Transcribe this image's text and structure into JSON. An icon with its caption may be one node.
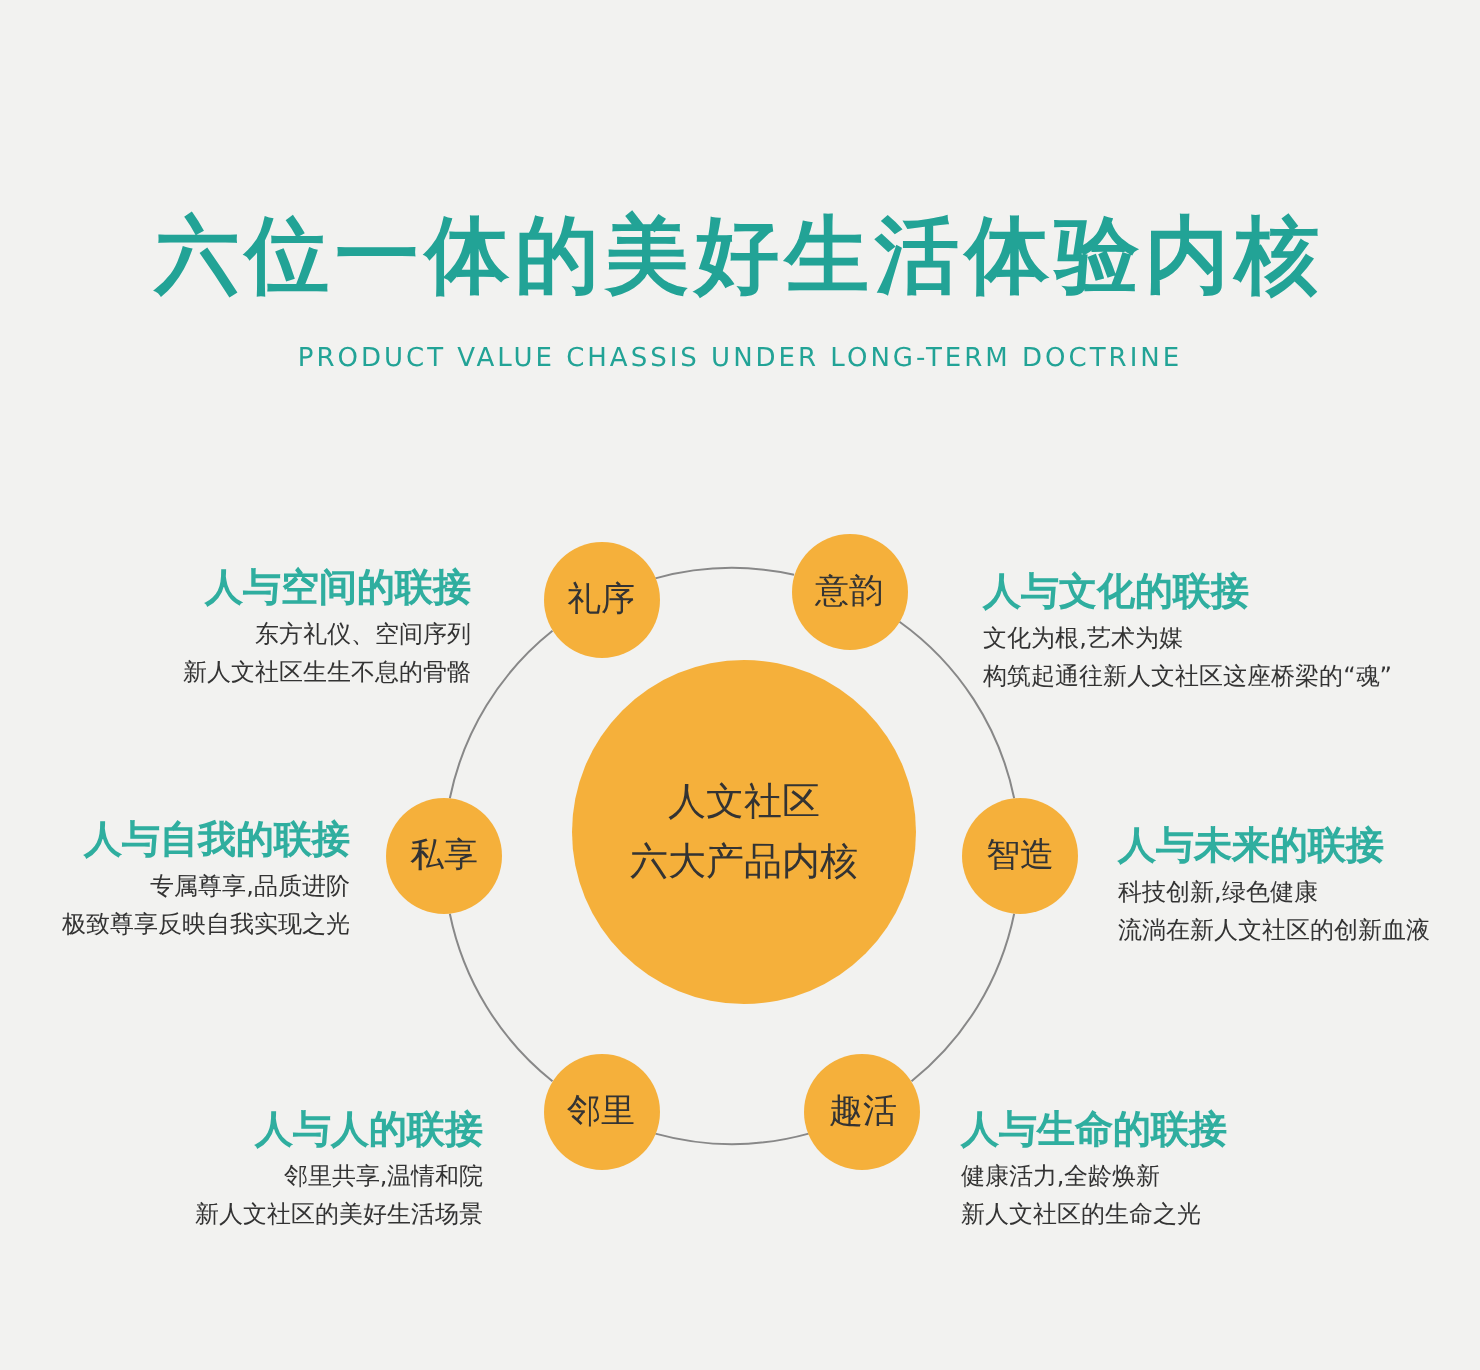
{
  "diagram": {
    "title": "六位一体的美好生活体验内核",
    "nodes": [
      {
        "text": [
          "礼序"
        ],
        "beside": [
          "人与空间的联接",
          "东方礼仪、空间序列",
          "新人文社区生生不息的骨骼"
        ]
      },
      {
        "text": [
          "意韵"
        ],
        "beside": [
          "人与文化的联接",
          "文化为根,艺术为媒",
          "构筑起通往新人文社区这座桥梁的“魂”"
        ]
      },
      {
        "text": [
          "私享"
        ],
        "beside": [
          "人与自我的联接",
          "专属尊享,品质进阶",
          "极致尊享反映自我实现之光"
        ]
      },
      {
        "text": [
          "人文社区",
          "六大产品内核"
        ]
      },
      {
        "text": [
          "智造"
        ],
        "beside": [
          "人与未来的联接",
          "科技创新,绿色健康",
          "流淌在新人文社区的创新血液"
        ]
      },
      {
        "text": [
          "邻里"
        ],
        "beside": [
          "人与人的联接",
          "邻里共享,温情和院",
          "新人文社区的美好生活场景"
        ]
      },
      {
        "text": [
          "趣活"
        ],
        "beside": [
          "人与生命的联接",
          "健康活力,全龄焕新",
          "新人文社区的生命之光"
        ]
      }
    ],
    "edges": [
      {
        "from": 0,
        "to": 1,
        "arrow": "none"
      },
      {
        "from": 1,
        "to": 4,
        "arrow": "none"
      },
      {
        "from": 4,
        "to": 6,
        "arrow": "none"
      },
      {
        "from": 6,
        "to": 5,
        "arrow": "none"
      },
      {
        "from": 5,
        "to": 2,
        "arrow": "none"
      },
      {
        "from": 2,
        "to": 0,
        "arrow": "none"
      }
    ],
    "labels": [
      "PRODUCT VALUE CHASSIS UNDER LONG-TERM DOCTRINE"
    ]
  }
}
